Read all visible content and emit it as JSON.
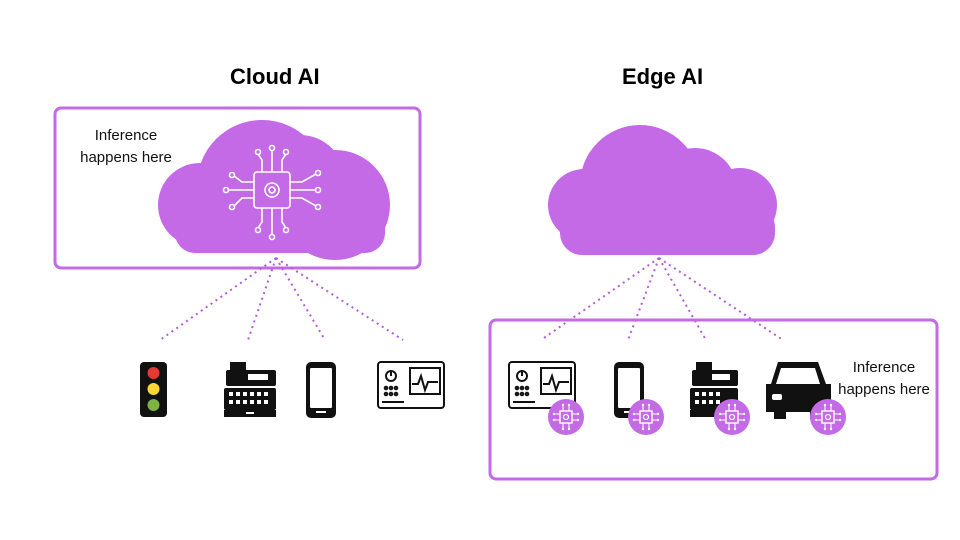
{
  "cloud_ai": {
    "title": "Cloud AI",
    "inference_label": "Inference happens here",
    "devices": [
      "traffic-light",
      "cash-register",
      "smartphone",
      "monitor-device"
    ]
  },
  "edge_ai": {
    "title": "Edge AI",
    "inference_label": "Inference happens here",
    "devices": [
      "monitor-device",
      "smartphone",
      "cash-register",
      "car"
    ]
  },
  "colors": {
    "accent": "#c46ae6",
    "cloud_fill": "#c46ae6",
    "connector": "#b45ad9",
    "icon": "#111111"
  }
}
